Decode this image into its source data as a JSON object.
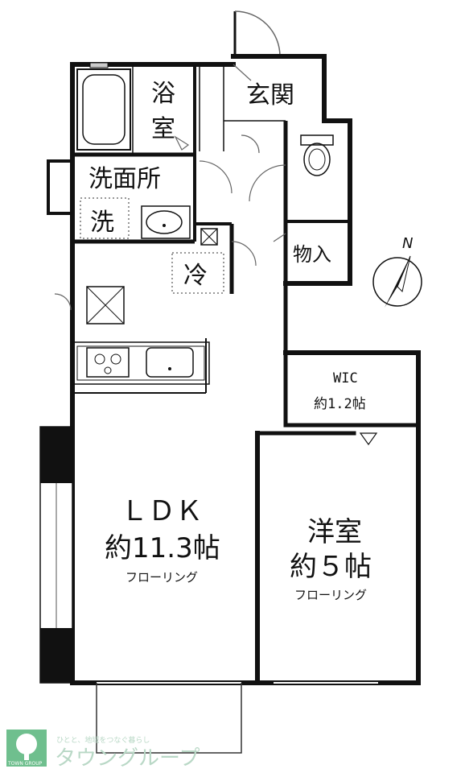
{
  "rooms": {
    "bath": {
      "label_top": "浴",
      "label_bottom": "室"
    },
    "entrance": {
      "label": "玄関"
    },
    "washroom": {
      "label": "洗面所",
      "washer_label": "洗"
    },
    "fridge": {
      "label": "冷"
    },
    "storage": {
      "label": "物入"
    },
    "wic": {
      "label": "WIC",
      "size": "約1.2帖"
    },
    "ldk": {
      "label": "ＬＤＫ",
      "size": "約11.3帖",
      "floor": "フローリング"
    },
    "western": {
      "label": "洋室",
      "size": "約５帖",
      "floor": "フローリング"
    }
  },
  "compass": {
    "label": "N"
  },
  "footer": {
    "logo_subtext": "TOWN GROUP",
    "tagline": "ひとと、地域をつなぐ暮らし",
    "brand": "タウングループ"
  },
  "colors": {
    "wall": "#111111",
    "logo_green": "#2e8b57",
    "watermark": "#b9d8c6"
  }
}
